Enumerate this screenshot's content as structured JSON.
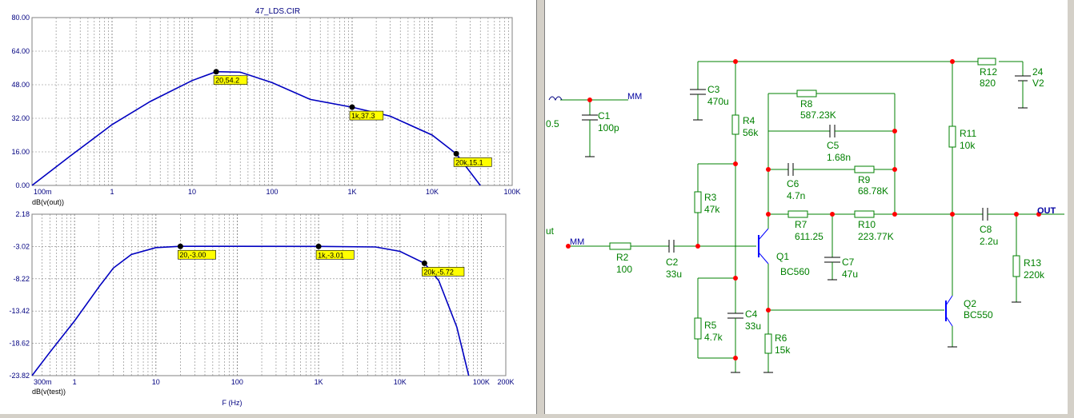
{
  "window": {
    "title": "47_LDS.CIR"
  },
  "colors": {
    "curve": "#0000c0",
    "grid": "#808080",
    "axis_text": "#000080",
    "marker_bg": "#ffff00",
    "wire": "#008000",
    "node": "#ff0000",
    "net_label": "#0000a0",
    "transistor": "#0000ff"
  },
  "plots": {
    "top": {
      "ytick_labels": [
        "80.00",
        "64.00",
        "48.00",
        "32.00",
        "16.00",
        "0.00"
      ],
      "xtick_labels": [
        "100m",
        "1",
        "10",
        "100",
        "1K",
        "10K",
        "100K"
      ],
      "ylabel": "dB(v(out))",
      "markers": [
        "20,54.2",
        "1k,37.3",
        "20k,15.1"
      ]
    },
    "bottom": {
      "ytick_labels": [
        "2.18",
        "-3.02",
        "-8.22",
        "-13.42",
        "-18.62",
        "-23.82"
      ],
      "xtick_labels": [
        "300m",
        "1",
        "10",
        "100",
        "1K",
        "10K",
        "100K",
        "200K"
      ],
      "ylabel": "dB(v(test))",
      "xlabel": "F (Hz)",
      "markers": [
        "20,-3.00",
        "1k,-3.01",
        "20k,-5.72"
      ]
    }
  },
  "chart_data": [
    {
      "type": "line",
      "title": "47_LDS.CIR",
      "xlabel": "",
      "ylabel": "dB(v(out))",
      "xscale": "log",
      "xlim": [
        0.1,
        100000
      ],
      "ylim": [
        0,
        80
      ],
      "grid": true,
      "series": [
        {
          "x": [
            0.1,
            0.3,
            1,
            3,
            10,
            20,
            40,
            100,
            300,
            1000,
            3000,
            10000,
            20000,
            40000
          ],
          "values": [
            0,
            14,
            29,
            40,
            50,
            54.2,
            54,
            49,
            41,
            37.3,
            33,
            24,
            15.1,
            0
          ]
        }
      ],
      "annotations": [
        "20,54.2",
        "1k,37.3",
        "20k,15.1"
      ]
    },
    {
      "type": "line",
      "xlabel": "F (Hz)",
      "ylabel": "dB(v(test))",
      "xscale": "log",
      "xlim": [
        0.3,
        200000
      ],
      "ylim": [
        -23.82,
        2.18
      ],
      "grid": true,
      "series": [
        {
          "x": [
            0.3,
            0.5,
            1,
            2,
            3,
            5,
            10,
            20,
            100,
            1000,
            5000,
            10000,
            20000,
            30000,
            50000,
            70000
          ],
          "values": [
            -23.82,
            -20,
            -15,
            -9.5,
            -6.5,
            -4.3,
            -3.2,
            -3.0,
            -3.0,
            -3.01,
            -3.1,
            -3.8,
            -5.72,
            -8.5,
            -16,
            -23.82
          ]
        }
      ],
      "annotations": [
        "20,-3.00",
        "1k,-3.01",
        "20k,-5.72"
      ]
    }
  ],
  "schematic": {
    "labels": {
      "c3": "C3",
      "c3v": "470u",
      "r4": "R4",
      "r4v": "56k",
      "r8": "R8",
      "r8v": "587.23K",
      "c5": "C5",
      "c5v": "1.68n",
      "c6": "C6",
      "c6v": "4.7n",
      "r9": "R9",
      "r9v": "68.78K",
      "r7": "R7",
      "r7v": "611.25",
      "r10": "R10",
      "r10v": "223.77K",
      "c7": "C7",
      "c7v": "47u",
      "r3": "R3",
      "r3v": "47k",
      "r2": "R2",
      "r2v": "100",
      "c2": "C2",
      "c2v": "33u",
      "q1": "Q1",
      "q1v": "BC560",
      "c4": "C4",
      "c4v": "33u",
      "r5": "R5",
      "r5v": "4.7k",
      "r6": "R6",
      "r6v": "15k",
      "q2": "Q2",
      "q2v": "BC550",
      "r11": "R11",
      "r11v": "10k",
      "r12": "R12",
      "r12v": "820",
      "v2": "24",
      "v2v": "V2",
      "c8": "C8",
      "c8v": "2.2u",
      "r13": "R13",
      "r13v": "220k",
      "c1": "C1",
      "c1v": "100p",
      "partial": "0.5",
      "input_partial": "ut"
    },
    "nets": {
      "mm_top": "MM",
      "mm_in": "MM",
      "out": "OUT"
    }
  }
}
